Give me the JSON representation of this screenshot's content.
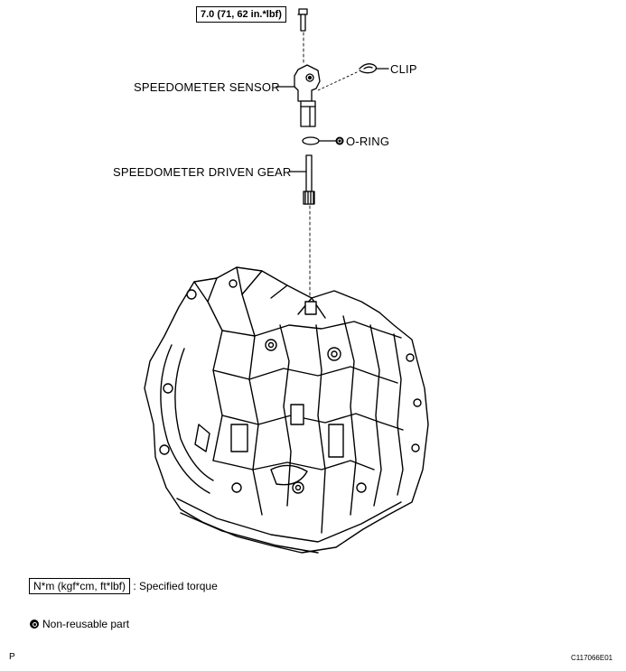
{
  "torque_spec": "7.0 (71, 62 in.*lbf)",
  "labels": {
    "sensor": "SPEEDOMETER SENSOR",
    "clip": "CLIP",
    "oring": "O-RING",
    "gear": "SPEEDOMETER DRIVEN GEAR"
  },
  "legend": {
    "torque_unit": "N*m (kgf*cm, ft*lbf)",
    "torque_text": ": Specified torque",
    "nonreusable_text": "Non-reusable part"
  },
  "footer": {
    "left": "P",
    "right": "C117066E01"
  },
  "icons": {
    "non_reusable": "non-reusable-part-icon"
  }
}
